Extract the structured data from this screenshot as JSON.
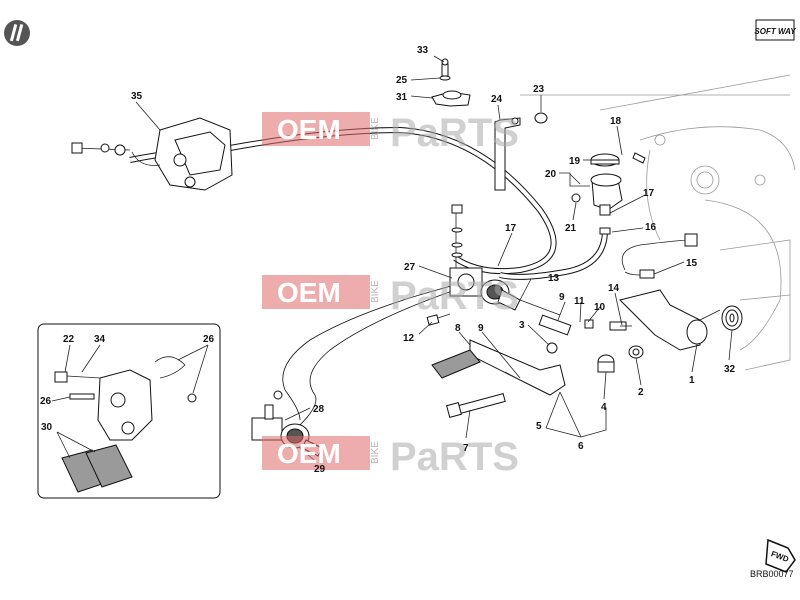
{
  "watermark": {
    "brand_a": "OEM",
    "brand_b": "BIKE",
    "brand_c": "PaRTS",
    "accent": "#e06a6a"
  },
  "logo_text": "SOFT WAY",
  "fwd_label": "FWD",
  "diagram_code": "BRB00077",
  "callouts": {
    "c1": "1",
    "c2": "2",
    "c3": "3",
    "c4": "4",
    "c5": "5",
    "c6": "6",
    "c7": "7",
    "c8": "8",
    "c9a": "9",
    "c9b": "9",
    "c10": "10",
    "c11": "11",
    "c12": "12",
    "c13": "13",
    "c14": "14",
    "c15": "15",
    "c16": "16",
    "c17a": "17",
    "c17b": "17",
    "c18": "18",
    "c19": "19",
    "c20": "20",
    "c21": "21",
    "c22": "22",
    "c23": "23",
    "c24": "24",
    "c25": "25",
    "c26a": "26",
    "c26b": "26",
    "c27": "27",
    "c28": "28",
    "c29": "29",
    "c30": "30",
    "c31": "31",
    "c32": "32",
    "c33": "33",
    "c34": "34",
    "c35": "35"
  }
}
